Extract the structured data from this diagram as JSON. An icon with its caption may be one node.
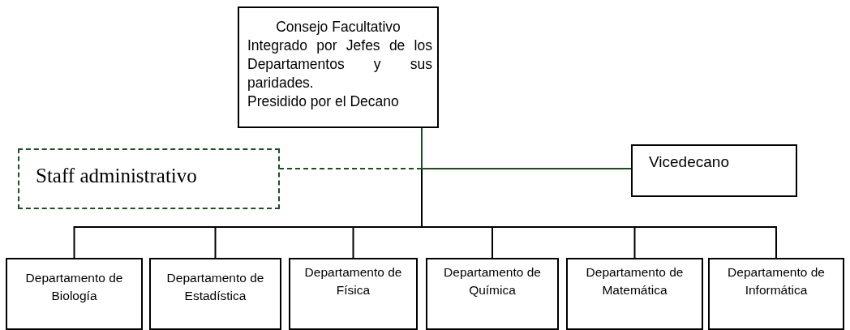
{
  "diagram": {
    "nodes": [
      {
        "text": [
          "Consejo Facultativo",
          "Integrado por Jefes de los Departamentos y sus paridades.",
          "Presidido por el Decano"
        ]
      },
      {
        "text": [
          "Staff administrativo"
        ]
      },
      {
        "text": [
          "Vicedecano"
        ]
      },
      {
        "text": [
          "Departamento de Biología"
        ]
      },
      {
        "text": [
          "Departamento de Estadística"
        ]
      },
      {
        "text": [
          "Departamento de Física"
        ]
      },
      {
        "text": [
          "Departamento de Química"
        ]
      },
      {
        "text": [
          "Departamento de Matemática"
        ]
      },
      {
        "text": [
          "Departamento de Informática"
        ]
      }
    ],
    "edges": [
      {
        "from": 0,
        "to": 3,
        "arrow": "none"
      },
      {
        "from": 0,
        "to": 4,
        "arrow": "none"
      },
      {
        "from": 0,
        "to": 5,
        "arrow": "none"
      },
      {
        "from": 0,
        "to": 6,
        "arrow": "none"
      },
      {
        "from": 0,
        "to": 7,
        "arrow": "none"
      },
      {
        "from": 0,
        "to": 8,
        "arrow": "none"
      },
      {
        "from": 0,
        "to": 2,
        "arrow": "none",
        "color": "#1f4f1f"
      },
      {
        "from": 0,
        "to": 1,
        "arrow": "none",
        "style": "dashed",
        "color": "#1f4f1f"
      }
    ]
  }
}
